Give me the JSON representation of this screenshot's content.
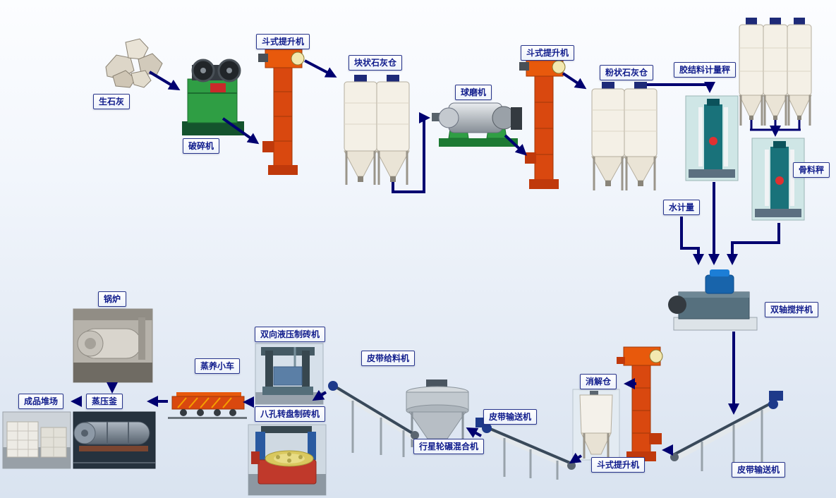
{
  "diagram": {
    "type": "process-flow",
    "language": "zh-CN",
    "labels": {
      "quicklime": "生石灰",
      "crusher": "破碎机",
      "bucket_elevator_1": "斗式提升机",
      "lump_lime_silo": "块状石灰仓",
      "ball_mill": "球磨机",
      "bucket_elevator_2": "斗式提升机",
      "powder_lime_silo": "粉状石灰仓",
      "binder_metering_scale": "胶结料计量秤",
      "aggregate_scale": "骨料秤",
      "water_metering": "水计量",
      "twin_shaft_mixer": "双轴搅拌机",
      "belt_conveyor_right": "皮带输送机",
      "bucket_elevator_3": "斗式提升机",
      "digestion_silo": "消解仓",
      "belt_conveyor_mid": "皮带输送机",
      "planetary_pan_mixer": "行星轮碾混合机",
      "belt_feeder": "皮带给料机",
      "hydraulic_brick_press": "双向液压制砖机",
      "rotary_brick_press": "八孔转盘制砖机",
      "steam_curing_cart": "蒸养小车",
      "autoclave": "蒸压釜",
      "boiler": "锅炉",
      "product_yard": "成品堆场"
    },
    "equipment_illustrations": [
      "limestone-rock-pile",
      "jaw-crusher",
      "bucket-elevator",
      "lump-lime-silos",
      "ball-mill",
      "powder-lime-silos",
      "binder-metering-scale-unit",
      "storage-silos-triple",
      "aggregate-scale-unit",
      "twin-shaft-mixer-unit",
      "inclined-belt-conveyor",
      "digestion-silo-vessel",
      "planetary-pan-mixer-unit",
      "belt-feeder-unit",
      "hydraulic-brick-press-photo",
      "rotary-brick-press-photo",
      "steam-curing-cart-unit",
      "autoclave-photo",
      "boiler-photo",
      "finished-product-yard-photo"
    ],
    "colors": {
      "background_top": "#fcfdff",
      "background_bottom": "#d9e3f0",
      "arrow": "#000070",
      "label_text": "#101c8c",
      "label_border": "#27348b",
      "label_background": "#edf2fb",
      "elevator_red": "#d9480f",
      "machine_green": "#2f9e44",
      "silo_cream": "#f4f0e6",
      "motor_blue": "#1864ab",
      "scale_teal": "#19727a"
    }
  }
}
